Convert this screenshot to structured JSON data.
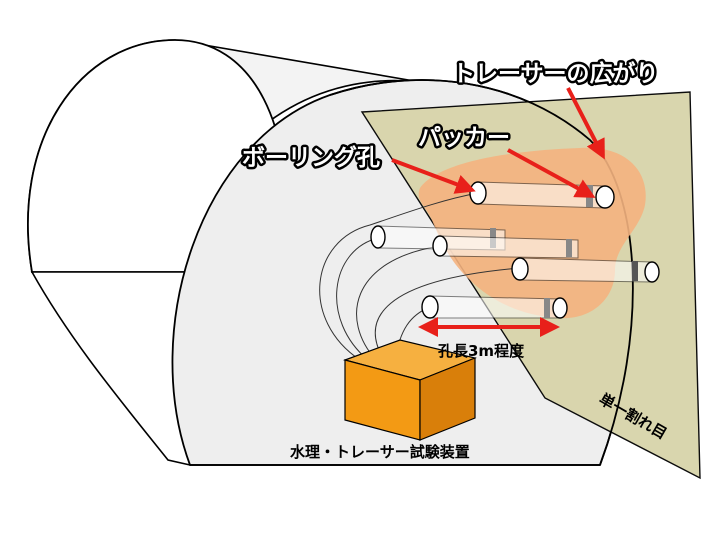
{
  "labels": {
    "tracer_spread": "トレーサーの広がり",
    "packer": "パッカー",
    "borehole": "ボーリング孔",
    "hole_length": "孔長3m程度",
    "single_fracture": "単一割れ目",
    "test_apparatus": "水理・トレーサー試験装置"
  },
  "colors": {
    "fracture_plane": "#d8d4aa",
    "tracer_plume": "#f4b280",
    "apparatus_front": "#f39a14",
    "apparatus_top": "#f6b040",
    "apparatus_side": "#d97f0a",
    "arrow": "#e8201a",
    "tunnel_fill": "#eeeeee"
  }
}
